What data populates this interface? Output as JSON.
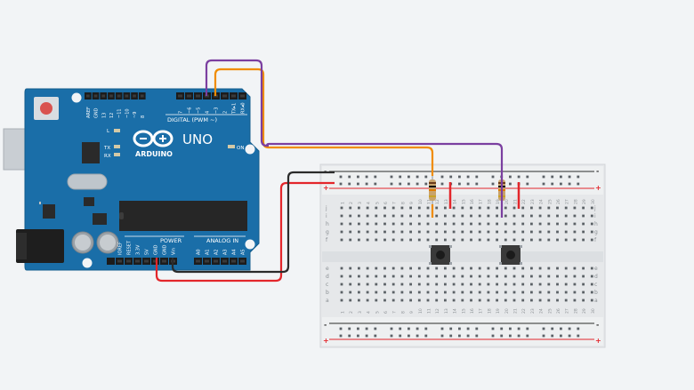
{
  "board": {
    "name": "UNO",
    "brand": "ARDUINO",
    "digital_header_label": "DIGITAL (PWM ~)",
    "power_header_label": "POWER",
    "analog_header_label": "ANALOG IN",
    "on_label": "ON",
    "l_label": "L",
    "tx_label": "TX",
    "rx_label": "RX",
    "digital_pins": [
      "AREF",
      "GND",
      "13",
      "12",
      "~11",
      "~10",
      "~9",
      "8",
      "7",
      "~6",
      "~5",
      "4",
      "~3",
      "2",
      "TX▸1",
      "RX◂0"
    ],
    "power_pins": [
      "IOREF",
      "RESET",
      "3.3V",
      "5V",
      "GND",
      "GND",
      "Vin"
    ],
    "analog_pins": [
      "A0",
      "A1",
      "A2",
      "A3",
      "A4",
      "A5"
    ]
  },
  "breadboard": {
    "rail_plus": "+",
    "rail_minus": "-",
    "top_letters": [
      "j",
      "i",
      "h",
      "g",
      "f"
    ],
    "bottom_letters": [
      "e",
      "d",
      "c",
      "b",
      "a"
    ],
    "columns": [
      "1",
      "2",
      "3",
      "4",
      "5",
      "6",
      "7",
      "8",
      "9",
      "10",
      "11",
      "12",
      "13",
      "14",
      "15",
      "16",
      "17",
      "18",
      "19",
      "20",
      "21",
      "22",
      "23",
      "24",
      "25",
      "26",
      "27",
      "28",
      "29",
      "30"
    ]
  },
  "wires": [
    {
      "from": "digital-3",
      "to": "breadboard-col-13",
      "color": "#f08c00"
    },
    {
      "from": "digital-4",
      "to": "breadboard-col-21",
      "color": "#7b3fa0"
    },
    {
      "from": "5V",
      "to": "breadboard-plus-rail",
      "color": "#e3262b"
    },
    {
      "from": "GND",
      "to": "breadboard-minus-rail",
      "color": "#2b2b2b"
    }
  ],
  "colors": {
    "board": "#1a6ea8",
    "board_dark": "#0f5a8e",
    "breadboard": "#e9ebed",
    "wire_orange": "#f08c00",
    "wire_purple": "#7b3fa0",
    "wire_red": "#e3262b",
    "wire_black": "#2b2b2b"
  }
}
